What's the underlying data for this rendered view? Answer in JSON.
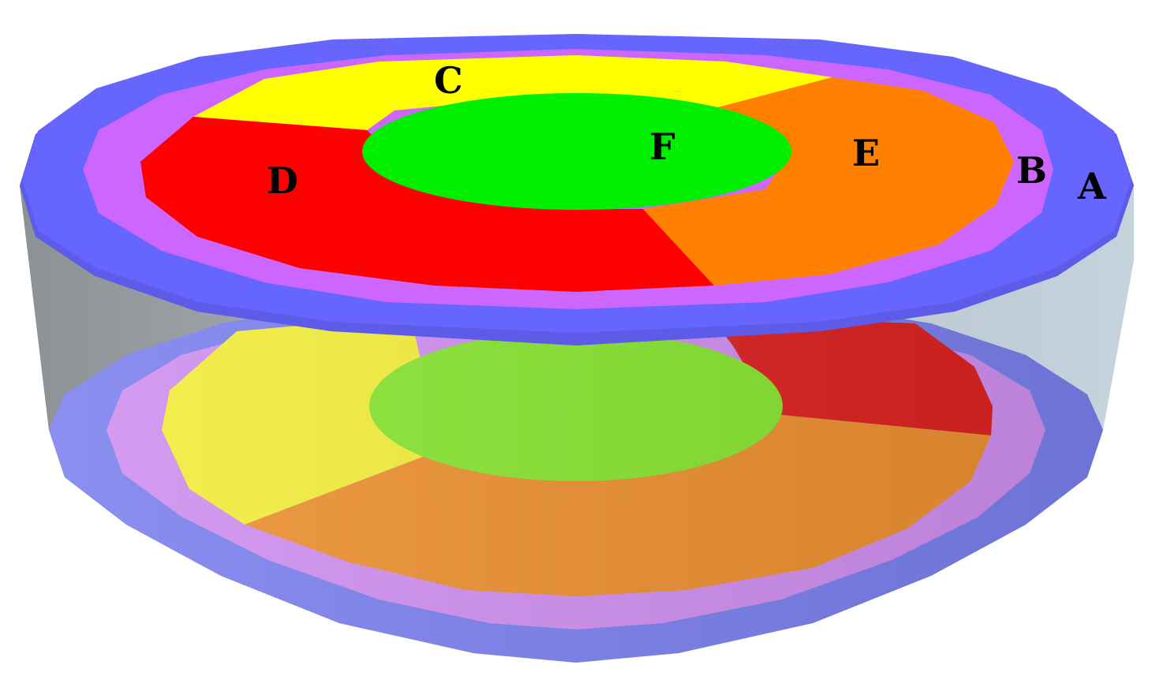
{
  "labels": {
    "A": "A",
    "B": "B",
    "C": "C",
    "D": "D",
    "E": "E",
    "F": "F"
  },
  "colors": {
    "region_a": "#6666ff",
    "region_b": "#cc66ff",
    "region_c": "#ffff00",
    "region_d": "#ff0000",
    "region_e": "#ff8000",
    "region_f": "#00ee00",
    "side_wall_left": "#8c9196",
    "side_wall_right": "#c5d3dd",
    "bottom_a": "#7a80ee",
    "bottom_b": "#d08ff0",
    "bottom_c": "#f4ef3a",
    "bottom_d": "#dd2020",
    "bottom_e": "#ee9030",
    "bottom_f": "#88e630"
  }
}
